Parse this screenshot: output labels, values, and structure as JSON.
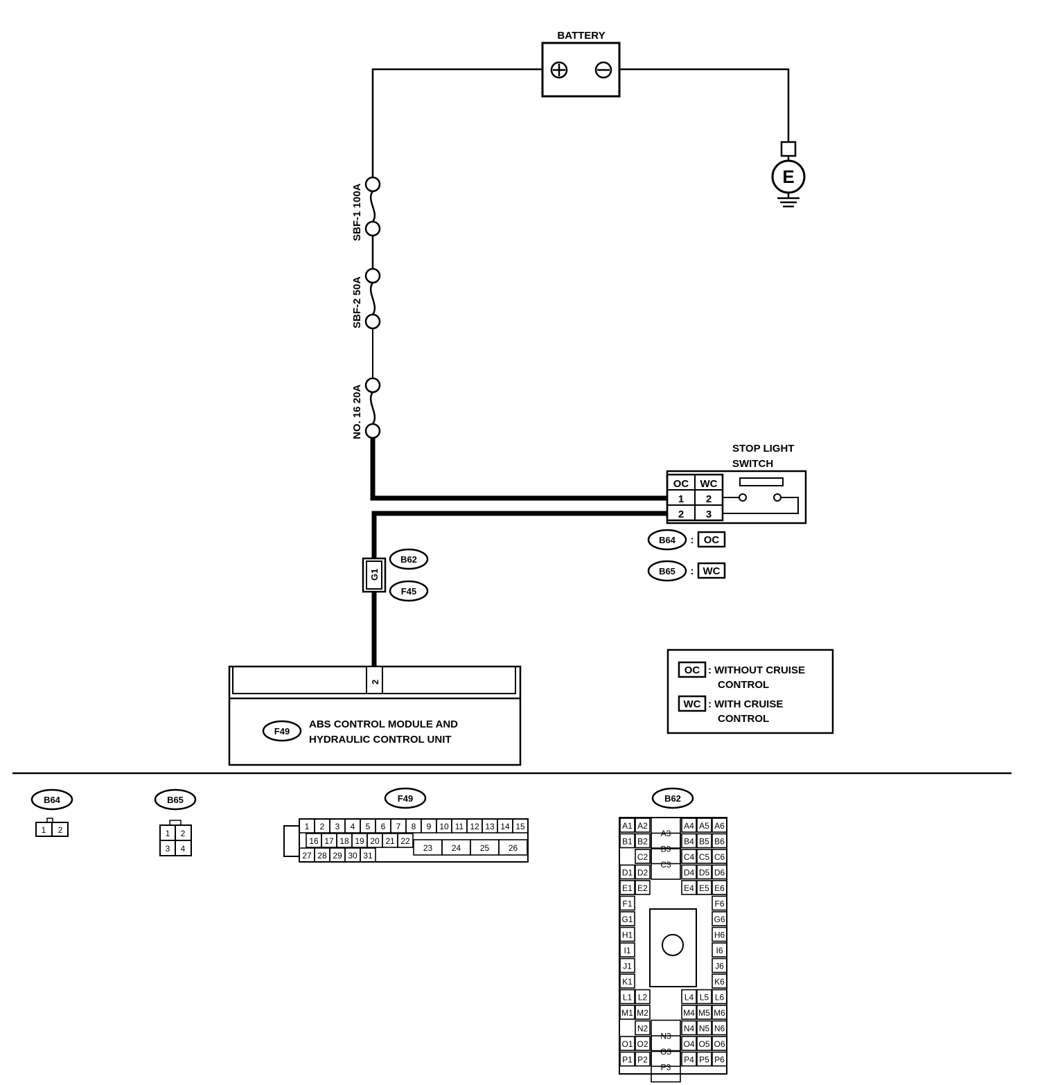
{
  "battery": {
    "label": "BATTERY",
    "plus": "⊕",
    "minus": "⊖"
  },
  "ground": {
    "label": "E"
  },
  "fuses": [
    {
      "label": "SBF-1 100A"
    },
    {
      "label": "SBF-2 50A"
    },
    {
      "label": "NO. 16 20A"
    }
  ],
  "stop_light_switch": {
    "label_line1": "STOP LIGHT",
    "label_line2": "SWITCH",
    "headers": [
      "OC",
      "WC"
    ],
    "row1": [
      "1",
      "2"
    ],
    "row2": [
      "2",
      "3"
    ]
  },
  "connector_refs": {
    "b64": "B64",
    "b64_tag": "OC",
    "b65": "B65",
    "b65_tag": "WC",
    "b62": "B62",
    "f45": "F45",
    "g1": "G1",
    "f49": "F49",
    "colon": ":"
  },
  "abs_module": {
    "pin": "2",
    "line1": "ABS CONTROL MODULE AND",
    "line2": "HYDRAULIC CONTROL UNIT"
  },
  "legend": {
    "oc_tag": "OC",
    "oc_line1": ": WITHOUT CRUISE",
    "oc_line2": "CONTROL",
    "wc_tag": "WC",
    "wc_line1": ": WITH CRUISE",
    "wc_line2": "CONTROL"
  },
  "connector_views": {
    "b64": {
      "label": "B64",
      "pins": [
        "1",
        "2"
      ]
    },
    "b65": {
      "label": "B65",
      "pins": [
        "1",
        "2",
        "3",
        "4"
      ]
    },
    "f49": {
      "label": "F49",
      "row1": [
        "1",
        "2",
        "3",
        "4",
        "5",
        "6",
        "7",
        "8",
        "9",
        "10",
        "11",
        "12",
        "13",
        "14",
        "15"
      ],
      "row2": [
        "16",
        "17",
        "18",
        "19",
        "20",
        "21",
        "22"
      ],
      "row2_big": [
        "23",
        "24",
        "25",
        "26"
      ],
      "row3": [
        "27",
        "28",
        "29",
        "30",
        "31"
      ]
    },
    "b62": {
      "label": "B62",
      "left_pins": [
        "A1",
        "A2",
        "B1",
        "B2",
        "C2",
        "D1",
        "D2",
        "E1",
        "E2",
        "F1",
        "G1",
        "H1",
        "I1",
        "J1",
        "K1",
        "L1",
        "L2",
        "M1",
        "M2",
        "N2",
        "O1",
        "O2",
        "P1",
        "P2"
      ],
      "center_pins": [
        "A3",
        "B3",
        "C3",
        "N3",
        "O3",
        "P3"
      ],
      "right_pins": [
        "A4",
        "A5",
        "A6",
        "B4",
        "B5",
        "B6",
        "C4",
        "C5",
        "C6",
        "D4",
        "D5",
        "D6",
        "E4",
        "E5",
        "E6",
        "F6",
        "G6",
        "H6",
        "I6",
        "J6",
        "K6",
        "L4",
        "L5",
        "L6",
        "M4",
        "M5",
        "M6",
        "N4",
        "N5",
        "N6",
        "O4",
        "O5",
        "O6",
        "P4",
        "P5",
        "P6"
      ]
    }
  }
}
